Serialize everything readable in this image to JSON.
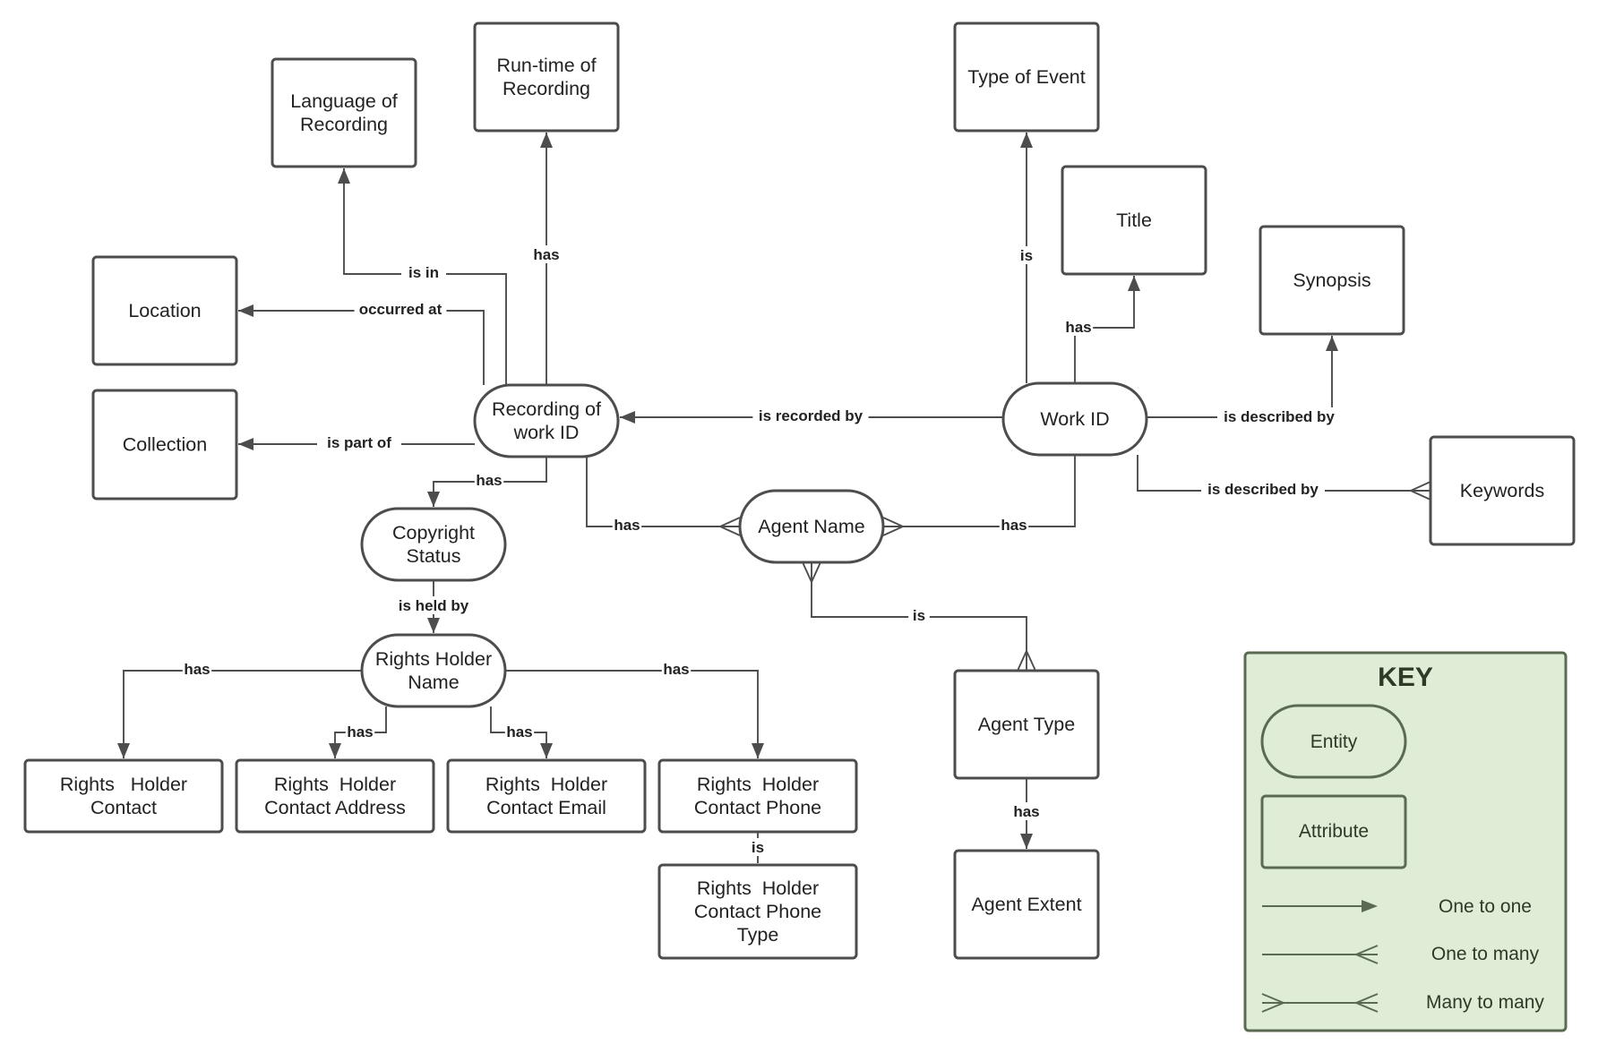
{
  "nodes": [
    {
      "id": "language_of_recording",
      "kind": "attribute",
      "lines": [
        "Language of",
        "Recording"
      ]
    },
    {
      "id": "runtime_of_recording",
      "kind": "attribute",
      "lines": [
        "Run-time of",
        "Recording"
      ]
    },
    {
      "id": "type_of_event",
      "kind": "attribute",
      "lines": [
        "Type of Event"
      ]
    },
    {
      "id": "title",
      "kind": "attribute",
      "lines": [
        "Title"
      ]
    },
    {
      "id": "synopsis",
      "kind": "attribute",
      "lines": [
        "Synopsis"
      ]
    },
    {
      "id": "location",
      "kind": "attribute",
      "lines": [
        "Location"
      ]
    },
    {
      "id": "collection",
      "kind": "attribute",
      "lines": [
        "Collection"
      ]
    },
    {
      "id": "recording_of_work_id",
      "kind": "entity",
      "lines": [
        "Recording of",
        "work ID"
      ]
    },
    {
      "id": "work_id",
      "kind": "entity",
      "lines": [
        "Work ID"
      ]
    },
    {
      "id": "keywords",
      "kind": "attribute",
      "lines": [
        "Keywords"
      ]
    },
    {
      "id": "copyright_status",
      "kind": "entity",
      "lines": [
        "Copyright",
        "Status"
      ]
    },
    {
      "id": "agent_name",
      "kind": "entity",
      "lines": [
        "Agent Name"
      ]
    },
    {
      "id": "rights_holder_name",
      "kind": "entity",
      "lines": [
        "Rights Holder",
        "Name"
      ]
    },
    {
      "id": "agent_type",
      "kind": "attribute",
      "lines": [
        "Agent Type"
      ]
    },
    {
      "id": "rights_holder_contact",
      "kind": "attribute",
      "lines": [
        "Rights   Holder",
        "Contact"
      ]
    },
    {
      "id": "rights_holder_contact_address",
      "kind": "attribute",
      "lines": [
        "Rights  Holder",
        "Contact Address"
      ]
    },
    {
      "id": "rights_holder_contact_email",
      "kind": "attribute",
      "lines": [
        "Rights  Holder",
        "Contact Email"
      ]
    },
    {
      "id": "rights_holder_contact_phone",
      "kind": "attribute",
      "lines": [
        "Rights  Holder",
        "Contact Phone"
      ]
    },
    {
      "id": "rights_holder_contact_phone_type",
      "kind": "attribute",
      "lines": [
        "Rights  Holder",
        "Contact Phone",
        "Type"
      ]
    },
    {
      "id": "agent_extent",
      "kind": "attribute",
      "lines": [
        "Agent Extent"
      ]
    }
  ],
  "edges": [
    {
      "id": "recording_language",
      "from": "recording_of_work_id",
      "to": "language_of_recording",
      "label": "is in",
      "cardinality": "one-to-one"
    },
    {
      "id": "recording_runtime",
      "from": "recording_of_work_id",
      "to": "runtime_of_recording",
      "label": "has",
      "cardinality": "one-to-one"
    },
    {
      "id": "recording_location",
      "from": "recording_of_work_id",
      "to": "location",
      "label": "occurred at",
      "cardinality": "one-to-one"
    },
    {
      "id": "recording_collection",
      "from": "recording_of_work_id",
      "to": "collection",
      "label": "is part of",
      "cardinality": "one-to-one"
    },
    {
      "id": "work_recording",
      "from": "work_id",
      "to": "recording_of_work_id",
      "label": "is recorded by",
      "cardinality": "one-to-one"
    },
    {
      "id": "work_event_type",
      "from": "work_id",
      "to": "type_of_event",
      "label": "is",
      "cardinality": "one-to-one"
    },
    {
      "id": "work_title",
      "from": "work_id",
      "to": "title",
      "label": "has",
      "cardinality": "one-to-one"
    },
    {
      "id": "work_synopsis",
      "from": "work_id",
      "to": "synopsis",
      "label": "is described by",
      "cardinality": "one-to-one"
    },
    {
      "id": "work_keywords",
      "from": "work_id",
      "to": "keywords",
      "label": "is described by",
      "cardinality": "one-to-many"
    },
    {
      "id": "recording_copyright",
      "from": "recording_of_work_id",
      "to": "copyright_status",
      "label": "has",
      "cardinality": "one-to-one"
    },
    {
      "id": "recording_agent",
      "from": "recording_of_work_id",
      "to": "agent_name",
      "label": "has",
      "cardinality": "one-to-many"
    },
    {
      "id": "work_agent",
      "from": "work_id",
      "to": "agent_name",
      "label": "has",
      "cardinality": "one-to-many"
    },
    {
      "id": "copyright_rights_holder",
      "from": "copyright_status",
      "to": "rights_holder_name",
      "label": "is held by",
      "cardinality": "one-to-one"
    },
    {
      "id": "agent_agent_type",
      "from": "agent_name",
      "to": "agent_type",
      "label": "is",
      "cardinality": "many-to-many"
    },
    {
      "id": "holder_contact",
      "from": "rights_holder_name",
      "to": "rights_holder_contact",
      "label": "has",
      "cardinality": "one-to-one"
    },
    {
      "id": "holder_address",
      "from": "rights_holder_name",
      "to": "rights_holder_contact_address",
      "label": "has",
      "cardinality": "one-to-one"
    },
    {
      "id": "holder_email",
      "from": "rights_holder_name",
      "to": "rights_holder_contact_email",
      "label": "has",
      "cardinality": "one-to-one"
    },
    {
      "id": "holder_phone",
      "from": "rights_holder_name",
      "to": "rights_holder_contact_phone",
      "label": "has",
      "cardinality": "one-to-one"
    },
    {
      "id": "phone_type",
      "from": "rights_holder_contact_phone",
      "to": "rights_holder_contact_phone_type",
      "label": "is",
      "cardinality": "one-to-one"
    },
    {
      "id": "agent_type_extent",
      "from": "agent_type",
      "to": "agent_extent",
      "label": "has",
      "cardinality": "one-to-one"
    }
  ],
  "key": {
    "title": "KEY",
    "entity_label": "Entity",
    "attribute_label": "Attribute",
    "one_to_one_label": "One to one",
    "one_to_many_label": "One to many",
    "many_to_many_label": "Many to many"
  },
  "colors": {
    "line": "#4d4d4d",
    "key_fill": "#dfedd6",
    "key_stroke": "#5b6b53"
  }
}
